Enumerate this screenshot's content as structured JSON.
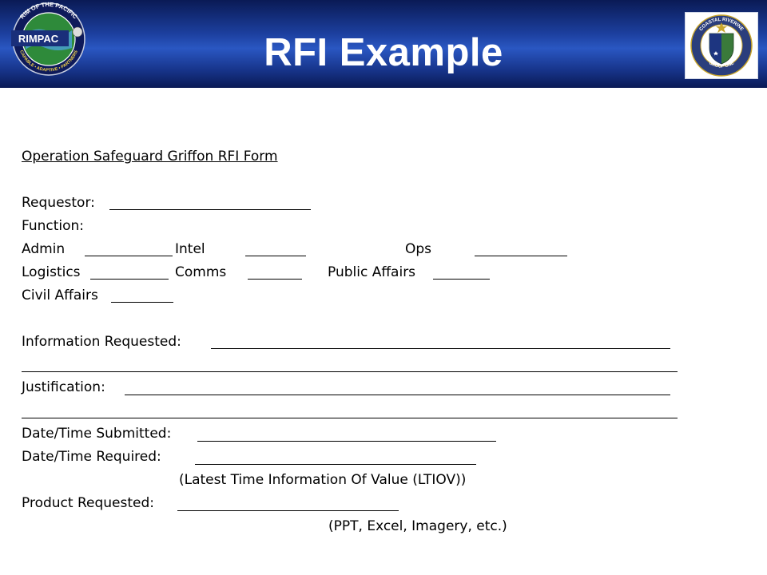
{
  "header": {
    "title": "RFI Example",
    "left_logo": {
      "top_text": "RIM OF THE PACIFIC",
      "name": "RIMPAC",
      "bottom_text": "CAPABLE • ADAPTIVE • PARTNERS",
      "colors": {
        "ring": "#1a2f7a",
        "inner": "#2e8a3a",
        "band": "#0e1a5a"
      }
    },
    "right_logo": {
      "top_text": "COASTAL RIVERINE",
      "bottom_text": "GROUP ONE",
      "colors": {
        "ring": "#2b3e7c",
        "shield": "#3a7a3a",
        "gold": "#c9a52a"
      }
    },
    "colors": {
      "banner": "#1c3f9e",
      "title": "#ffffff"
    }
  },
  "form": {
    "title": "Operation Safeguard Griffon RFI Form",
    "requestor_label": "Requestor:",
    "function_label": "Function:",
    "functions": [
      {
        "label": "Admin"
      },
      {
        "label": "Intel"
      },
      {
        "label": "Ops"
      },
      {
        "label": "Logistics"
      },
      {
        "label": "Comms"
      },
      {
        "label": "Public Affairs"
      },
      {
        "label": "Civil Affairs"
      }
    ],
    "information_label": "Information Requested:",
    "justification_label": "Justification:",
    "submitted_label": "Date/Time Submitted:",
    "required_label": "Date/Time Required:",
    "ltiov_note": "(Latest Time Information Of Value (LTIOV))",
    "product_label": "Product Requested:",
    "product_note": "(PPT, Excel, Imagery, etc.)"
  }
}
